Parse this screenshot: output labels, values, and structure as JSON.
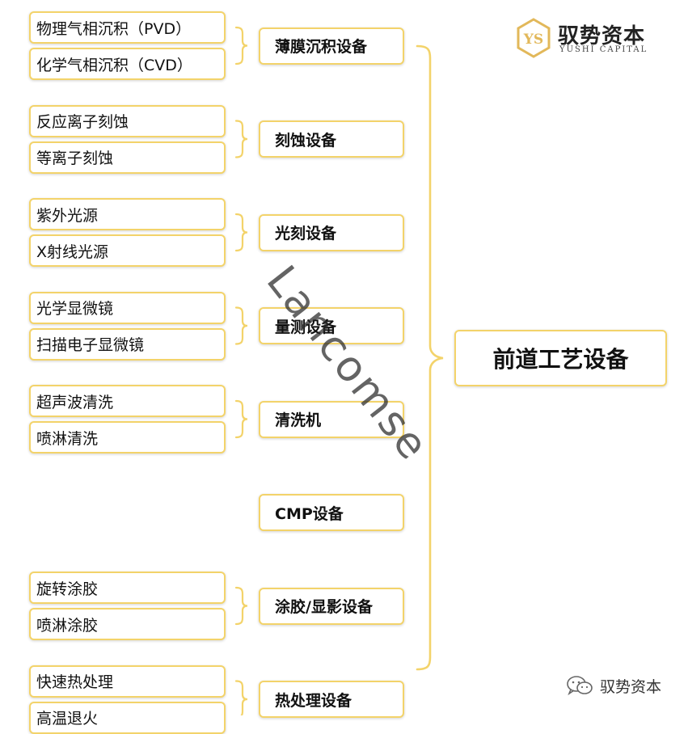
{
  "brand": {
    "name_cn": "驭势资本",
    "name_en": "YUSHI CAPITAL",
    "logo_letters": "YS",
    "accent_color": "#f3d36a",
    "logo_color": "#e2b85a"
  },
  "root": {
    "label": "前道工艺设备"
  },
  "categories": [
    {
      "label": "薄膜沉积设备",
      "items": [
        "物理气相沉积（PVD）",
        "化学气相沉积（CVD）"
      ]
    },
    {
      "label": "刻蚀设备",
      "items": [
        "反应离子刻蚀",
        "等离子刻蚀"
      ]
    },
    {
      "label": "光刻设备",
      "items": [
        "紫外光源",
        "X射线光源"
      ]
    },
    {
      "label": "量测设备",
      "items": [
        "光学显微镜",
        "扫描电子显微镜"
      ]
    },
    {
      "label": "清洗机",
      "items": [
        "超声波清洗",
        "喷淋清洗"
      ]
    },
    {
      "label": "CMP设备",
      "items": []
    },
    {
      "label": "涂胶/显影设备",
      "items": [
        "旋转涂胶",
        "喷淋涂胶"
      ]
    },
    {
      "label": "热处理设备",
      "items": [
        "快速热处理",
        "高温退火"
      ]
    }
  ],
  "watermark": "Lancomse",
  "footer": {
    "wechat_label": "驭势资本",
    "icon": "wechat-icon"
  }
}
